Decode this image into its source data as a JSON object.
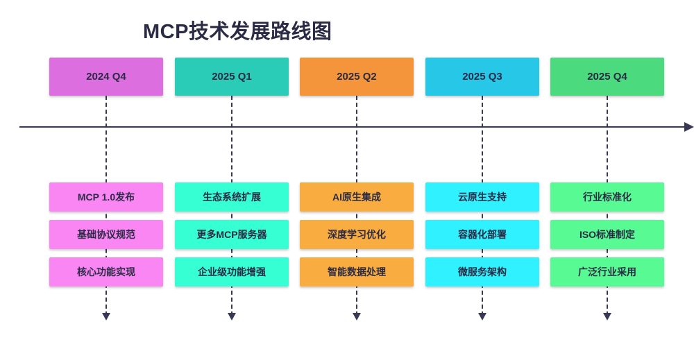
{
  "title": "MCP技术发展路线图",
  "colors": {
    "ink": "#2b2b45",
    "axis": "#383854"
  },
  "timeline": {
    "direction": "left-to-right"
  },
  "columns": [
    {
      "header": "2024 Q4",
      "header_color": "#dd6edf",
      "item_color": "#fa86f3",
      "items": [
        "MCP 1.0发布",
        "基础协议规范",
        "核心功能实现"
      ]
    },
    {
      "header": "2025 Q1",
      "header_color": "#2bccb7",
      "item_color": "#36ffd4",
      "items": [
        "生态系统扩展",
        "更多MCP服务器",
        "企业级功能增强"
      ]
    },
    {
      "header": "2025 Q2",
      "header_color": "#f5953b",
      "item_color": "#f9ad40",
      "items": [
        "AI原生集成",
        "深度学习优化",
        "智能数据处理"
      ]
    },
    {
      "header": "2025 Q3",
      "header_color": "#27c7e8",
      "item_color": "#30f1ff",
      "items": [
        "云原生支持",
        "容器化部署",
        "微服务架构"
      ]
    },
    {
      "header": "2025 Q4",
      "header_color": "#4bda7d",
      "item_color": "#58fb93",
      "items": [
        "行业标准化",
        "ISO标准制定",
        "广泛行业采用"
      ]
    }
  ]
}
